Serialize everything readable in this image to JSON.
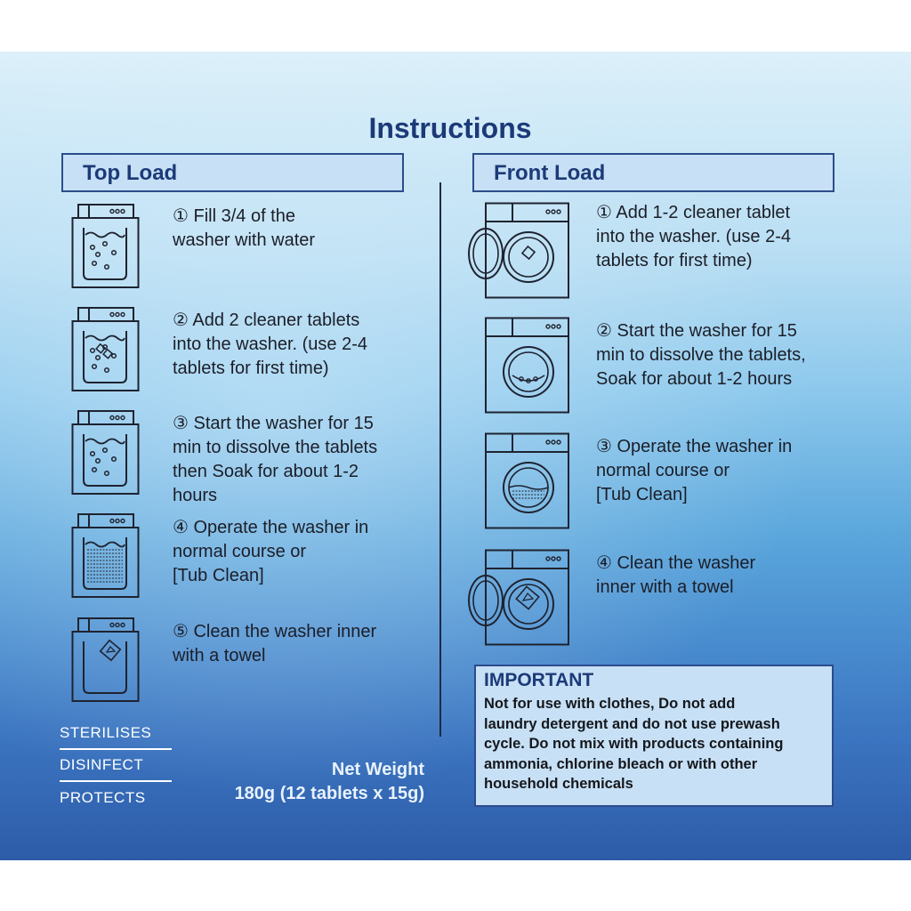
{
  "title": "Instructions",
  "top_load": {
    "header": "Top Load",
    "steps": [
      {
        "lines": [
          "① Fill 3/4 of the",
          "washer with water"
        ],
        "icon": "top-load-washer-water-icon"
      },
      {
        "lines": [
          "② Add 2 cleaner tablets",
          "into the washer. (use 2-4",
          "tablets for first time)"
        ],
        "icon": "top-load-washer-tablets-icon"
      },
      {
        "lines": [
          "③ Start the washer for 15",
          "min to dissolve the tablets",
          "then Soak for about 1-2",
          "hours"
        ],
        "icon": "top-load-washer-dissolve-icon"
      },
      {
        "lines": [
          "④ Operate the washer in",
          "normal course or",
          "[Tub Clean]"
        ],
        "icon": "top-load-washer-operate-icon"
      },
      {
        "lines": [
          "⑤ Clean the washer inner",
          "with a towel"
        ],
        "icon": "top-load-washer-towel-icon"
      }
    ]
  },
  "front_load": {
    "header": "Front Load",
    "steps": [
      {
        "lines": [
          "① Add 1-2 cleaner tablet",
          "into the washer. (use 2-4",
          "tablets for first time)"
        ],
        "icon": "front-load-washer-tablet-icon"
      },
      {
        "lines": [
          "② Start the washer for 15",
          "min to dissolve the tablets,",
          "Soak for about 1-2 hours"
        ],
        "icon": "front-load-washer-dissolve-icon"
      },
      {
        "lines": [
          "③ Operate the washer in",
          "normal course or",
          "[Tub Clean]"
        ],
        "icon": "front-load-washer-operate-icon"
      },
      {
        "lines": [
          "④ Clean the washer",
          "inner with a towel"
        ],
        "icon": "front-load-washer-towel-icon"
      }
    ]
  },
  "important": {
    "title": "IMPORTANT",
    "lines": [
      "Not for use with clothes, Do not add",
      "laundry detergent and do not use prewash",
      "cycle. Do not mix with products containing",
      "ammonia, chlorine bleach or with other",
      "household chemicals"
    ]
  },
  "claims": [
    "STERILISES",
    "DISINFECT",
    "PROTECTS"
  ],
  "net_weight": {
    "label": "Net Weight",
    "value": "180g (12 tablets x 15g)"
  },
  "colors": {
    "heading": "#1c3a78",
    "header_fill": "#c7e0f5"
  }
}
